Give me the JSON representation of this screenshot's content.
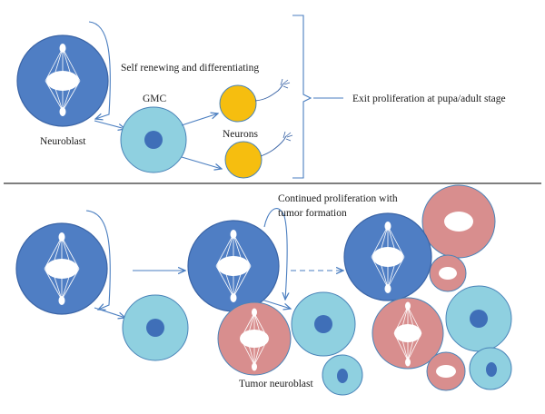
{
  "labels": {
    "self_renewing": "Self renewing and differentiating",
    "gmc": "GMC",
    "neuroblast": "Neuroblast",
    "neurons": "Neurons",
    "exit_proliferation": "Exit proliferation at pupa/adult stage",
    "continued_line1": "Continued proliferation with",
    "continued_line2": "tumor formation",
    "tumor_neuroblast": "Tumor neuroblast"
  },
  "colors": {
    "neuroblast_fill": "#4f7ec4",
    "neuroblast_stroke": "#3a64a6",
    "gmc_fill": "#8fd0e0",
    "gmc_stroke": "#4a84b8",
    "nucleus_fill": "#3f6fb8",
    "neuron_fill": "#f6be0f",
    "neuron_stroke": "#4a84b8",
    "tumor_fill": "#d88e8e",
    "tumor_stroke": "#4a84b8",
    "arrow": "#4a7ec0",
    "divider": "#333333"
  }
}
